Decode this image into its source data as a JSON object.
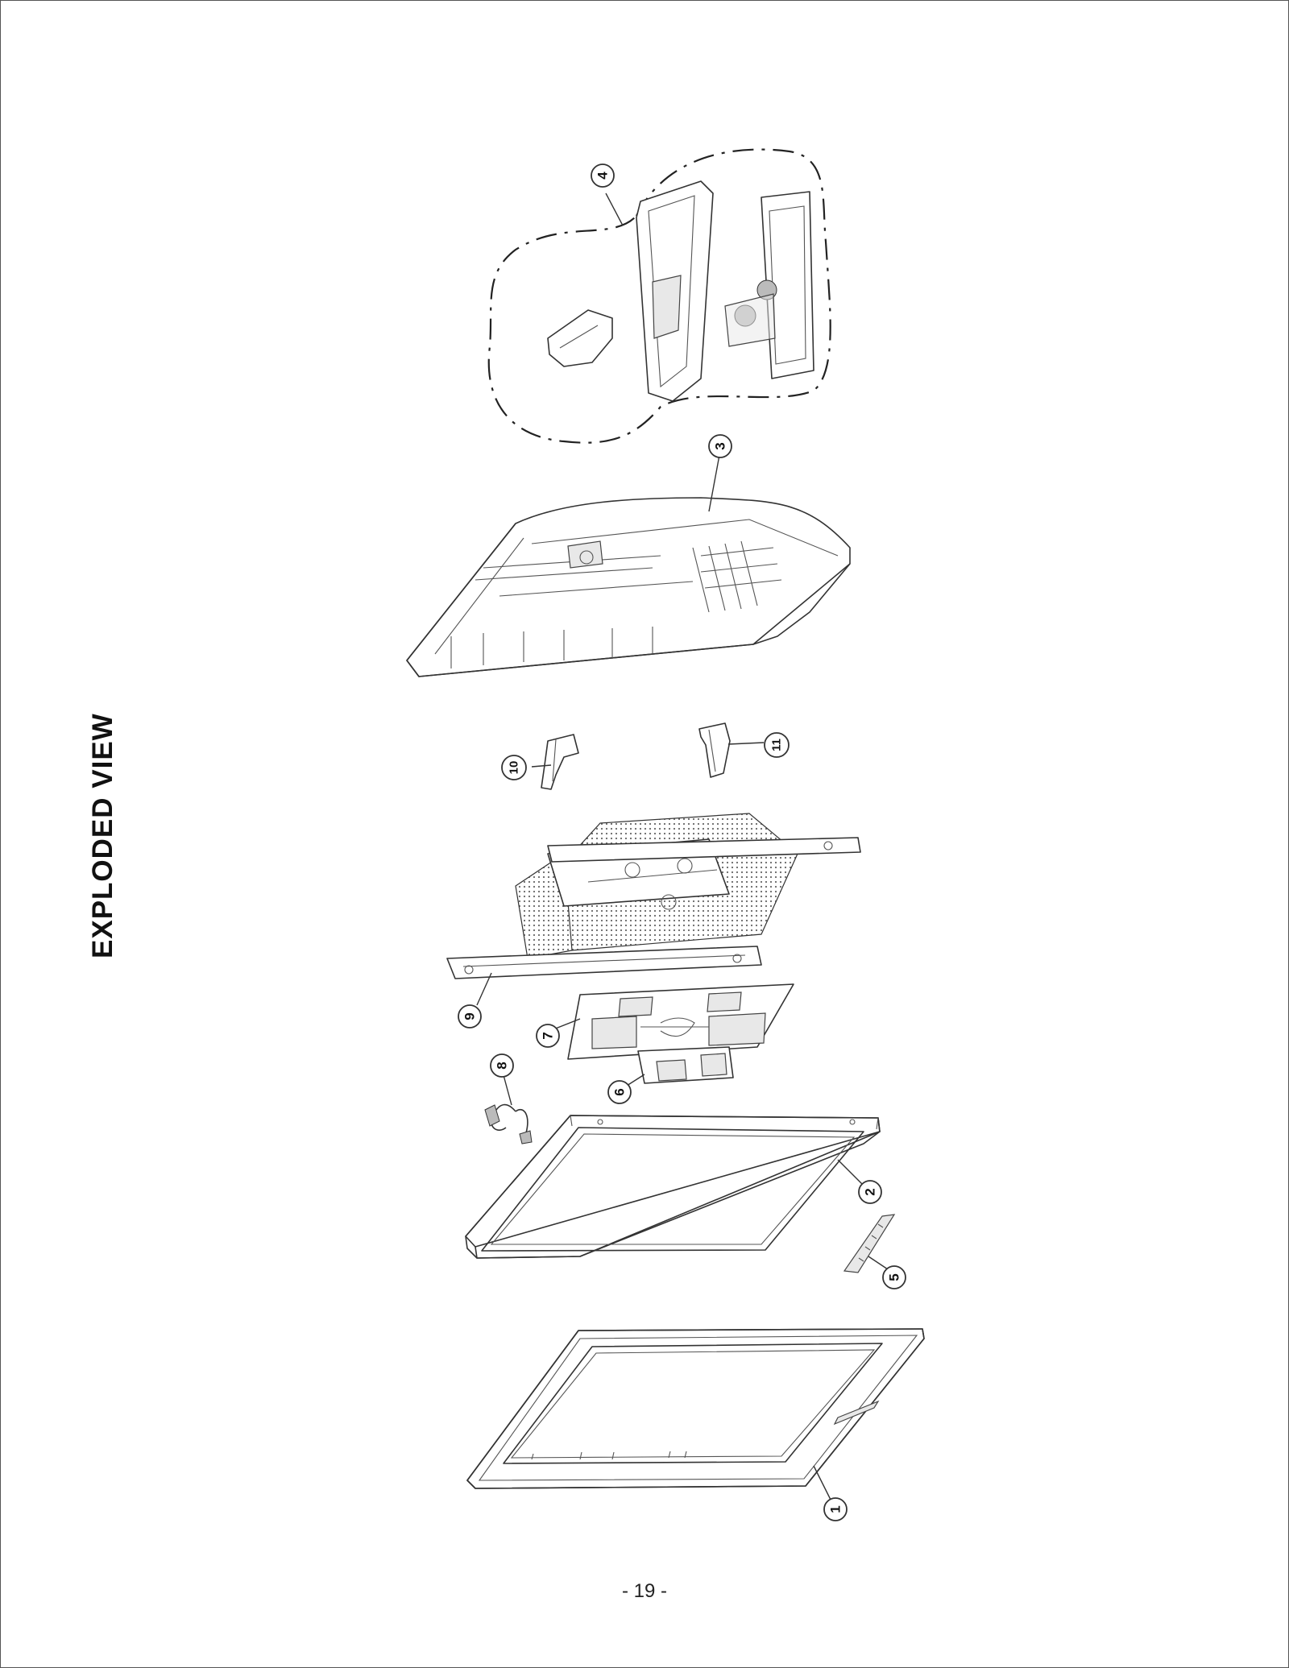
{
  "page": {
    "title": "EXPLODED VIEW",
    "page_number": "- 19 -"
  },
  "callouts": [
    {
      "id": "1",
      "label": "1"
    },
    {
      "id": "2",
      "label": "2"
    },
    {
      "id": "3",
      "label": "3"
    },
    {
      "id": "4",
      "label": "4"
    },
    {
      "id": "5",
      "label": "5"
    },
    {
      "id": "6",
      "label": "6"
    },
    {
      "id": "7",
      "label": "7"
    },
    {
      "id": "8",
      "label": "8"
    },
    {
      "id": "9",
      "label": "9"
    },
    {
      "id": "10",
      "label": "10"
    },
    {
      "id": "11",
      "label": "11"
    }
  ]
}
